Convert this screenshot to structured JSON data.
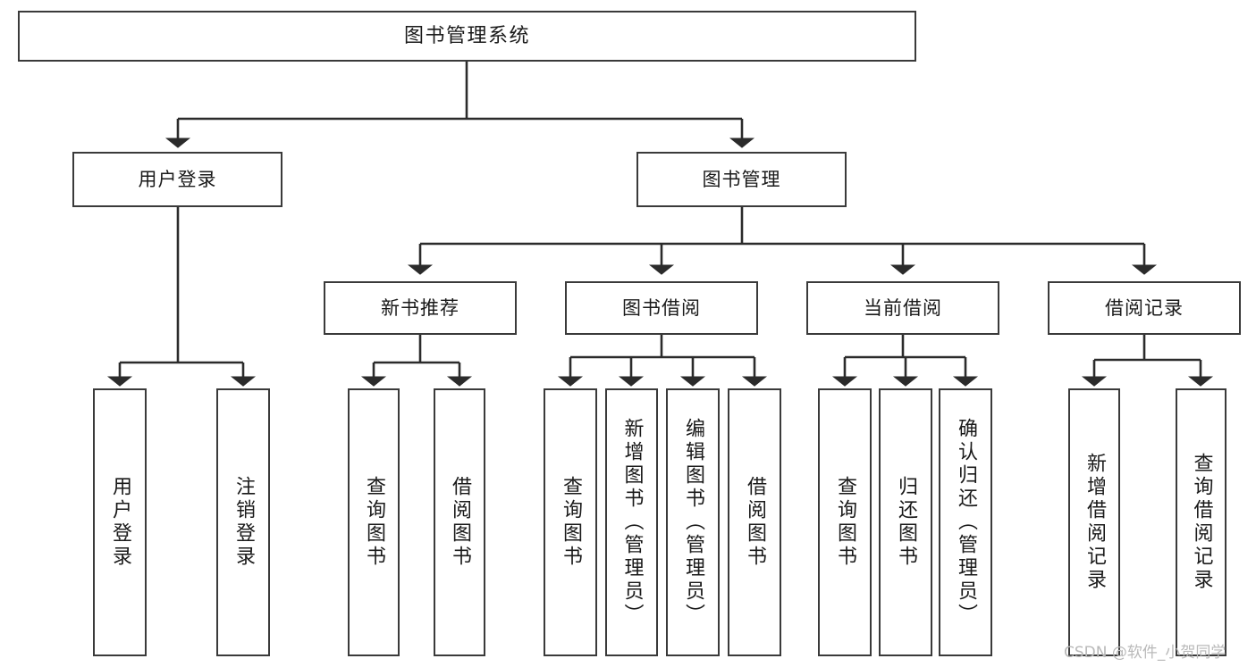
{
  "diagram": {
    "title": "图书管理系统",
    "type": "tree-hierarchy-chart",
    "colors": {
      "box_border": "#3a3a3a",
      "box_fill": "#ffffff",
      "connector": "#2b2b2b",
      "text": "#1a1a1a",
      "watermark": "#b9b9b9",
      "background": "#ffffff"
    },
    "root": {
      "id": "root",
      "label": "图书管理系统"
    },
    "level2": [
      {
        "id": "user-login",
        "label": "用户登录"
      },
      {
        "id": "book-manage",
        "label": "图书管理"
      }
    ],
    "level3": [
      {
        "id": "new-book-recommend",
        "label": "新书推荐",
        "parent": "book-manage"
      },
      {
        "id": "book-borrow",
        "label": "图书借阅",
        "parent": "book-manage"
      },
      {
        "id": "current-borrow",
        "label": "当前借阅",
        "parent": "book-manage"
      },
      {
        "id": "borrow-record",
        "label": "借阅记录",
        "parent": "book-manage"
      }
    ],
    "leaves": [
      {
        "id": "leaf-user-login",
        "label": "用户登录",
        "parent": "user-login"
      },
      {
        "id": "leaf-user-logout",
        "label": "注销登录",
        "parent": "user-login"
      },
      {
        "id": "leaf-query-book-1",
        "label": "查询图书",
        "parent": "new-book-recommend"
      },
      {
        "id": "leaf-borrow-book-1",
        "label": "借阅图书",
        "parent": "new-book-recommend"
      },
      {
        "id": "leaf-query-book-2",
        "label": "查询图书",
        "parent": "book-borrow"
      },
      {
        "id": "leaf-add-book",
        "label": "新增图书（管理员）",
        "parent": "book-borrow"
      },
      {
        "id": "leaf-edit-book",
        "label": "编辑图书（管理员）",
        "parent": "book-borrow"
      },
      {
        "id": "leaf-borrow-book-2",
        "label": "借阅图书",
        "parent": "book-borrow"
      },
      {
        "id": "leaf-query-book-3",
        "label": "查询图书",
        "parent": "current-borrow"
      },
      {
        "id": "leaf-return-book",
        "label": "归还图书",
        "parent": "current-borrow"
      },
      {
        "id": "leaf-confirm-return",
        "label": "确认归还（管理员）",
        "parent": "current-borrow"
      },
      {
        "id": "leaf-add-record",
        "label": "新增借阅记录",
        "parent": "borrow-record"
      },
      {
        "id": "leaf-query-record",
        "label": "查询借阅记录",
        "parent": "borrow-record"
      }
    ],
    "watermark": "CSDN @软件_小贺同学"
  }
}
